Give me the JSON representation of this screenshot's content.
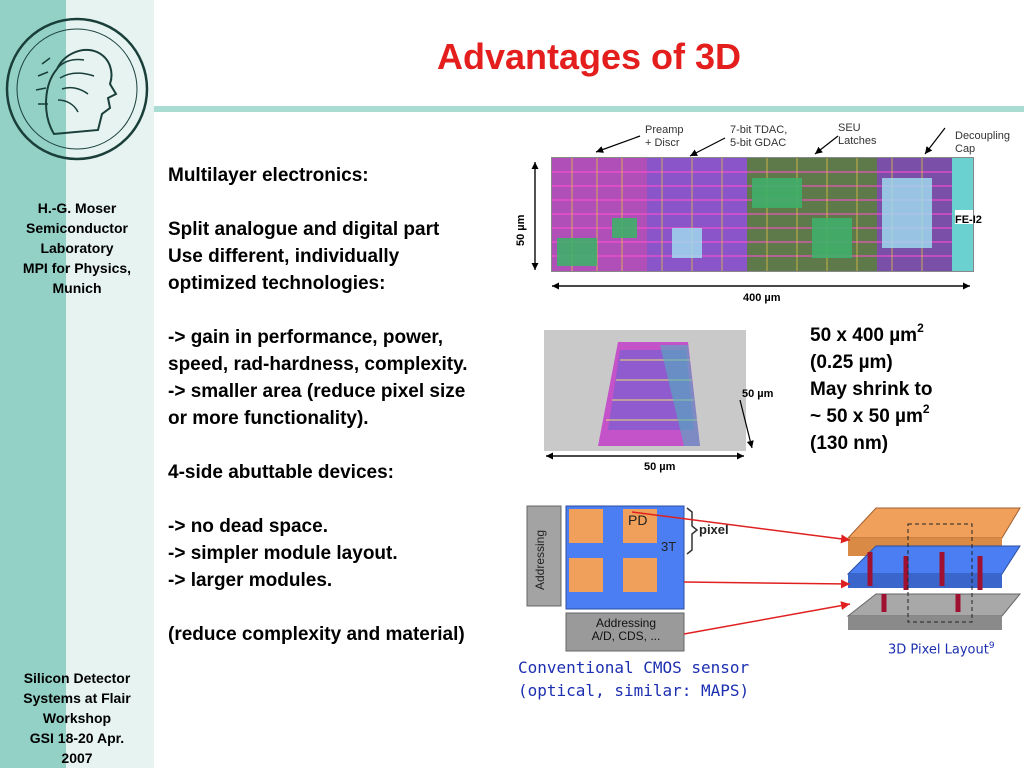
{
  "sidebar": {
    "author_lines": "H.-G. Moser\nSemiconductor\nLaboratory\nMPI for Physics,\nMunich",
    "event_lines": "Silicon Detector\nSystems at Flair\nWorkshop\nGSI 18-20 Apr.\n2007"
  },
  "slide": {
    "title": "Advantages of 3D",
    "body": {
      "l1": "Multilayer electronics:",
      "l2": "Split analogue and digital part",
      "l3": "Use different, individually",
      "l4": "optimized technologies:",
      "l5": "-> gain in performance, power,",
      "l6": "speed, rad-hardness, complexity.",
      "l7": "-> smaller area (reduce pixel size",
      "l8": "or more functionality).",
      "l9": "4-side abuttable devices:",
      "l10": "-> no dead space.",
      "l11": "-> simpler module layout.",
      "l12": "-> larger modules.",
      "l13": "(reduce complexity and material)"
    },
    "note": {
      "n1_pre": "50 x 400 µm",
      "n1_sup": "2",
      "n2": "(0.25 µm)",
      "n3": "May shrink to",
      "n4_pre": "~ 50 x 50 µm",
      "n4_sup": "2",
      "n5": "(130 nm)"
    },
    "chip_figure": {
      "preamp": "Preamp\n+ Discr",
      "tdac": "7-bit TDAC,\n5-bit GDAC",
      "seu": "SEU\nLatches",
      "decoupling": "Decoupling\nCap",
      "fe_label": "FE-I2",
      "dim_height": "50 µm",
      "dim_width": "400 µm"
    },
    "small_chip": {
      "dim_width": "50 µm",
      "dim_partial": "50 µm"
    },
    "cmos_diagram": {
      "addressing_side": "Addressing",
      "pd": "PD",
      "t3": "3T",
      "pixel": "pixel",
      "addressing_bottom": "Addressing\nA/D, CDS, ..."
    },
    "pixel3d_label": "3D Pixel Layout",
    "pixel3d_sup": "9",
    "caption": {
      "c1": "Conventional CMOS sensor",
      "c2": "(optical, similar: MAPS)"
    },
    "colors": {
      "title": "#e41d1d",
      "caption": "#1c2fb0",
      "sidebar_band": "#93d1c6",
      "sidebar_bg": "#e6f3f1",
      "rule": "#a9dcd3",
      "arrow": "#e02020"
    }
  }
}
